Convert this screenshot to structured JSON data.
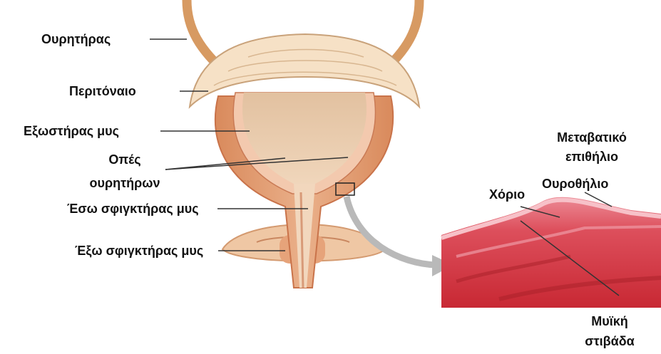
{
  "labels": {
    "ureter": "Ουρητήρας",
    "peritoneum": "Περιτόναιο",
    "detrusor": "Εξωστήρας μυς",
    "ureteral_openings_1": "Οπές",
    "ureteral_openings_2": "ουρητήρων",
    "internal_sphincter": "Έσω σφιγκτήρας μυς",
    "external_sphincter": "Έξω σφιγκτήρας μυς",
    "transitional_1": "Μεταβατικό",
    "transitional_2": "επιθήλιο",
    "urothelium": "Ουροθήλιο",
    "lamina": "Χόριο",
    "muscular_1": "Μυϊκή",
    "muscular_2": "στιβάδα"
  },
  "colors": {
    "muscle": "#e09a6c",
    "muscle_dark": "#c9734a",
    "peritoneum": "#f4dcc0",
    "lumen": "#e8c9a6",
    "histology": "#d9434f",
    "histology_light": "#f2a7b0",
    "arrow": "#b9b9b9"
  }
}
